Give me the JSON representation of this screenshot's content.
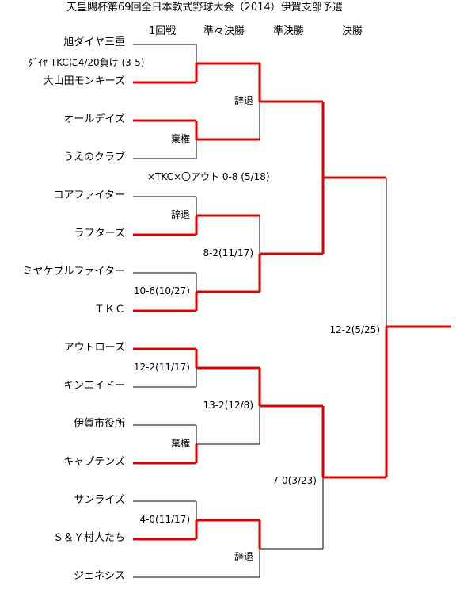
{
  "title": "天皇賜杯第69回全日本軟式野球大会（2014）伊賀支部予選",
  "rounds": [
    "1回戦",
    "準々決勝",
    "準決勝",
    "決勝"
  ],
  "teams": [
    "旭ダイヤ三重",
    "大山田モンキーズ",
    "オールデイズ",
    "うえのクラブ",
    "コアファイター",
    "ラフターズ",
    "ミヤケブルファイター",
    "ＴＫＣ",
    "アウトローズ",
    "キンエイドー",
    "伊賀市役所",
    "キャプテンズ",
    "サンライズ",
    "Ｓ＆Ｙ村人たち",
    "ジェネシス"
  ],
  "results": {
    "r1_1": "ﾀﾞｲﾔ TKCに4/20負け (3-5)",
    "r1_2": "棄権",
    "r1_3": "辞退",
    "r1_4": "10-6(10/27)",
    "r1_5": "12-2(11/17)",
    "r1_6": "棄権",
    "r1_7": "4-0(11/17)",
    "qf_1": "辞退",
    "qf_2": "8-2(11/17)",
    "qf_3": "13-2(12/8)",
    "qf_4": "辞退",
    "sf_1": "×TKC×〇アウト 0-8 (5/18)",
    "sf_2": "7-0(3/23)",
    "final": "12-2(5/25)"
  },
  "colors": {
    "winner": "#e00000",
    "line": "#000000"
  }
}
